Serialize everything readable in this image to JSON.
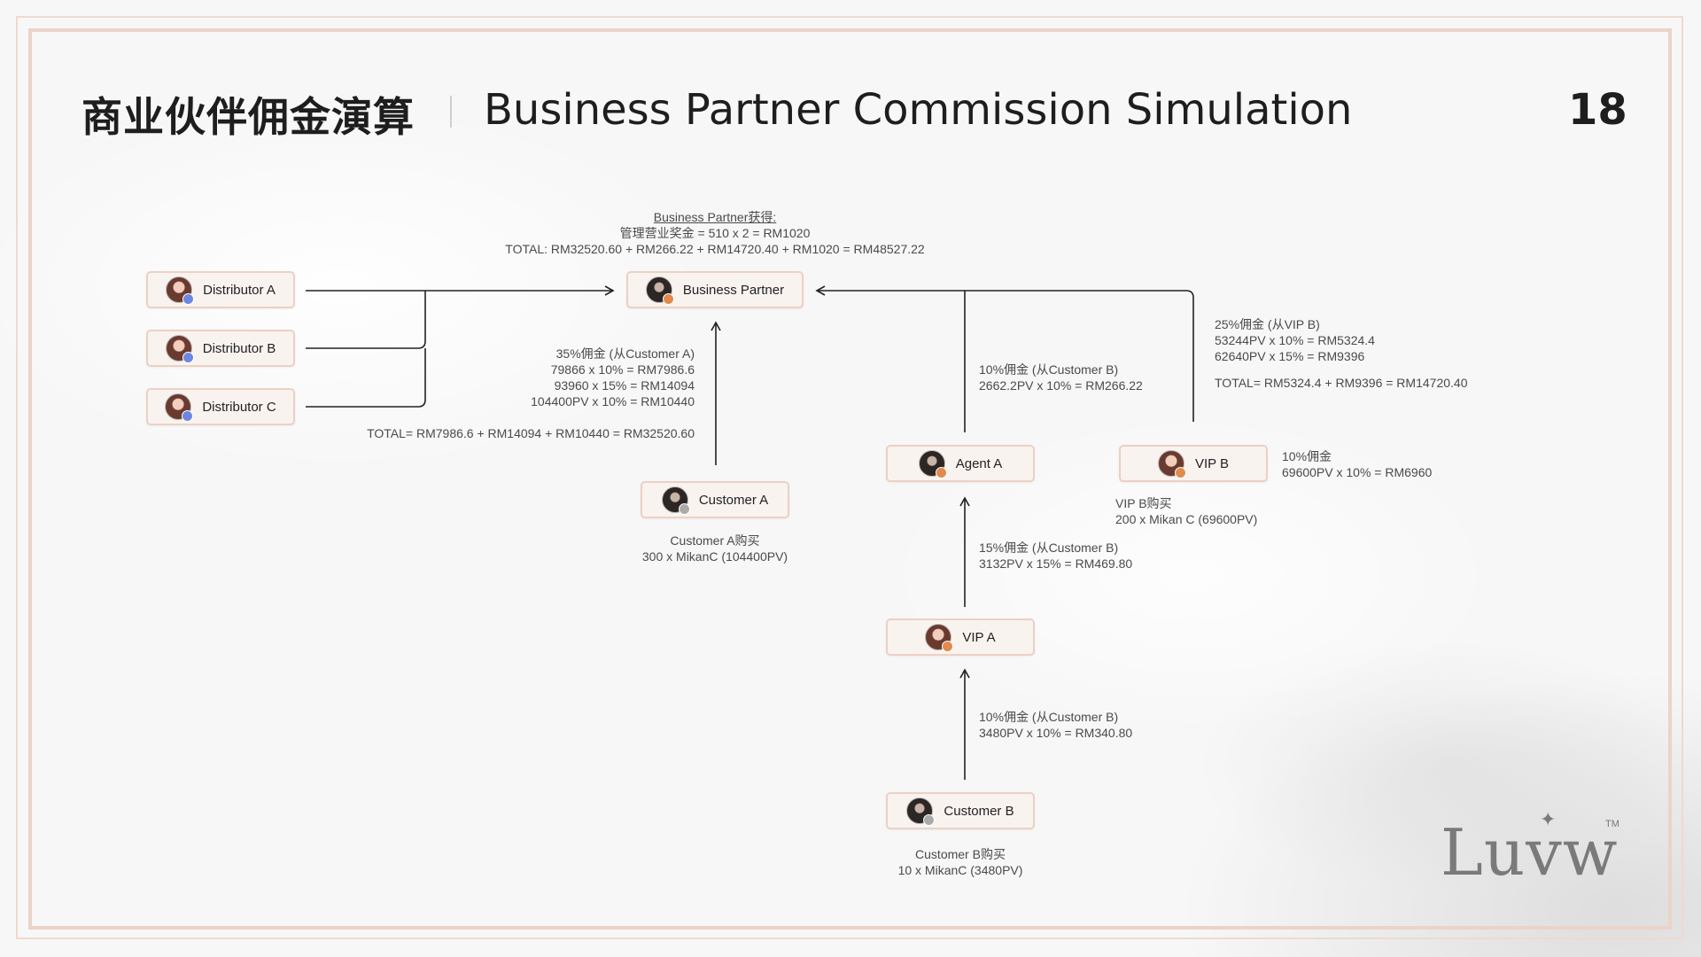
{
  "title": {
    "cn": "商业伙伴佣金演算",
    "en": "Business Partner Commission Simulation",
    "page": "18"
  },
  "nodes": {
    "distributor_a": "Distributor A",
    "distributor_b": "Distributor B",
    "distributor_c": "Distributor C",
    "business_partner": "Business Partner",
    "customer_a": "Customer A",
    "agent_a": "Agent A",
    "vip_b": "VIP B",
    "vip_a": "VIP A",
    "customer_b": "Customer B"
  },
  "annotations": {
    "bp_earns": {
      "title": "Business Partner获得:",
      "line1": "管理营业奖金 = 510 x 2 = RM1020",
      "line2": "TOTAL: RM32520.60 + RM266.22 + RM14720.40 + RM1020 = RM48527.22"
    },
    "from_customer_a": {
      "l1": "35%佣金 (从Customer A)",
      "l2": "79866 x 10% = RM7986.6",
      "l3": "93960 x 15% = RM14094",
      "l4": "104400PV x 10% = RM10440",
      "total": "TOTAL= RM7986.6 + RM14094 + RM10440 = RM32520.60"
    },
    "customer_a_buy": {
      "l1": "Customer A购买",
      "l2": "300 x MikanC (104400PV)"
    },
    "agent_to_bp": {
      "l1": "10%佣金 (从Customer B)",
      "l2": "2662.2PV x 10% = RM266.22"
    },
    "vipb_to_bp": {
      "l1": "25%佣金 (从VIP B)",
      "l2": "53244PV x 10% = RM5324.4",
      "l3": "62640PV x 15% = RM9396",
      "total": "TOTAL= RM5324.4 + RM9396 = RM14720.40"
    },
    "vipb_own": {
      "l1": "10%佣金",
      "l2": "69600PV x 10% = RM6960"
    },
    "vipb_buy": {
      "l1": "VIP B购买",
      "l2": "200 x Mikan C (69600PV)"
    },
    "vipa_to_agent": {
      "l1": "15%佣金 (从Customer B)",
      "l2": "3132PV x 15% = RM469.80"
    },
    "customerb_to_vipa": {
      "l1": "10%佣金 (从Customer B)",
      "l2": "3480PV x 10% = RM340.80"
    },
    "customer_b_buy": {
      "l1": "Customer B购买",
      "l2": "10 x MikanC (3480PV)"
    }
  },
  "brand": {
    "logo": "Luvw",
    "tm": "TM"
  },
  "colors": {
    "node_border": "#ecd0c4",
    "node_fill": "#f9f3f0",
    "frame": "#ecd3c8",
    "line": "#222222"
  }
}
